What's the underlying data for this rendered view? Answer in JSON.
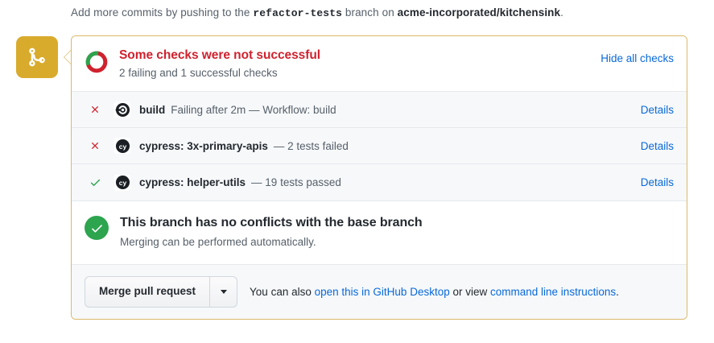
{
  "top_notice": {
    "prefix": "Add more commits by pushing to the",
    "branch": "refactor-tests",
    "middle": "branch on",
    "repo": "acme-incorporated/kitchensink",
    "suffix": "."
  },
  "status_badge": {
    "icon": "git-merge-icon",
    "color": "#d9ab2c"
  },
  "checks": {
    "title": "Some checks were not successful",
    "title_color": "#cf222e",
    "summary": "2 failing and 1 successful checks",
    "toggle_label": "Hide all checks",
    "donut": {
      "success_color": "#2da44e",
      "failure_color": "#cf222e",
      "success_fraction": 0.333,
      "failure_fraction": 0.667
    },
    "items": [
      {
        "state": "failure",
        "state_icon": "x-icon",
        "avatar_icon": "github-actions-icon",
        "name": "build",
        "description": "Failing after 2m — Workflow: build",
        "details_label": "Details"
      },
      {
        "state": "failure",
        "state_icon": "x-icon",
        "avatar_icon": "cypress-icon",
        "name": "cypress: 3x-primary-apis",
        "description": "— 2 tests failed",
        "details_label": "Details"
      },
      {
        "state": "success",
        "state_icon": "check-icon",
        "avatar_icon": "cypress-icon",
        "name": "cypress: helper-utils",
        "description": "— 19 tests passed",
        "details_label": "Details"
      }
    ]
  },
  "conflicts": {
    "icon": "check-circle-icon",
    "icon_color": "#2da44e",
    "title": "This branch has no conflicts with the base branch",
    "subtitle": "Merging can be performed automatically."
  },
  "merge_bar": {
    "merge_label": "Merge pull request",
    "dropdown_icon": "chevron-down-icon",
    "help_prefix": "You can also",
    "help_link_desktop": "open this in GitHub Desktop",
    "help_middle": "or view",
    "help_link_cli": "command line instructions",
    "help_suffix": "."
  },
  "colors": {
    "link": "#0969da",
    "danger": "#cf222e",
    "success": "#2da44e",
    "attention": "#d9ab2c",
    "panel_border": "#dbb968",
    "muted_bg": "#f6f8fa"
  }
}
